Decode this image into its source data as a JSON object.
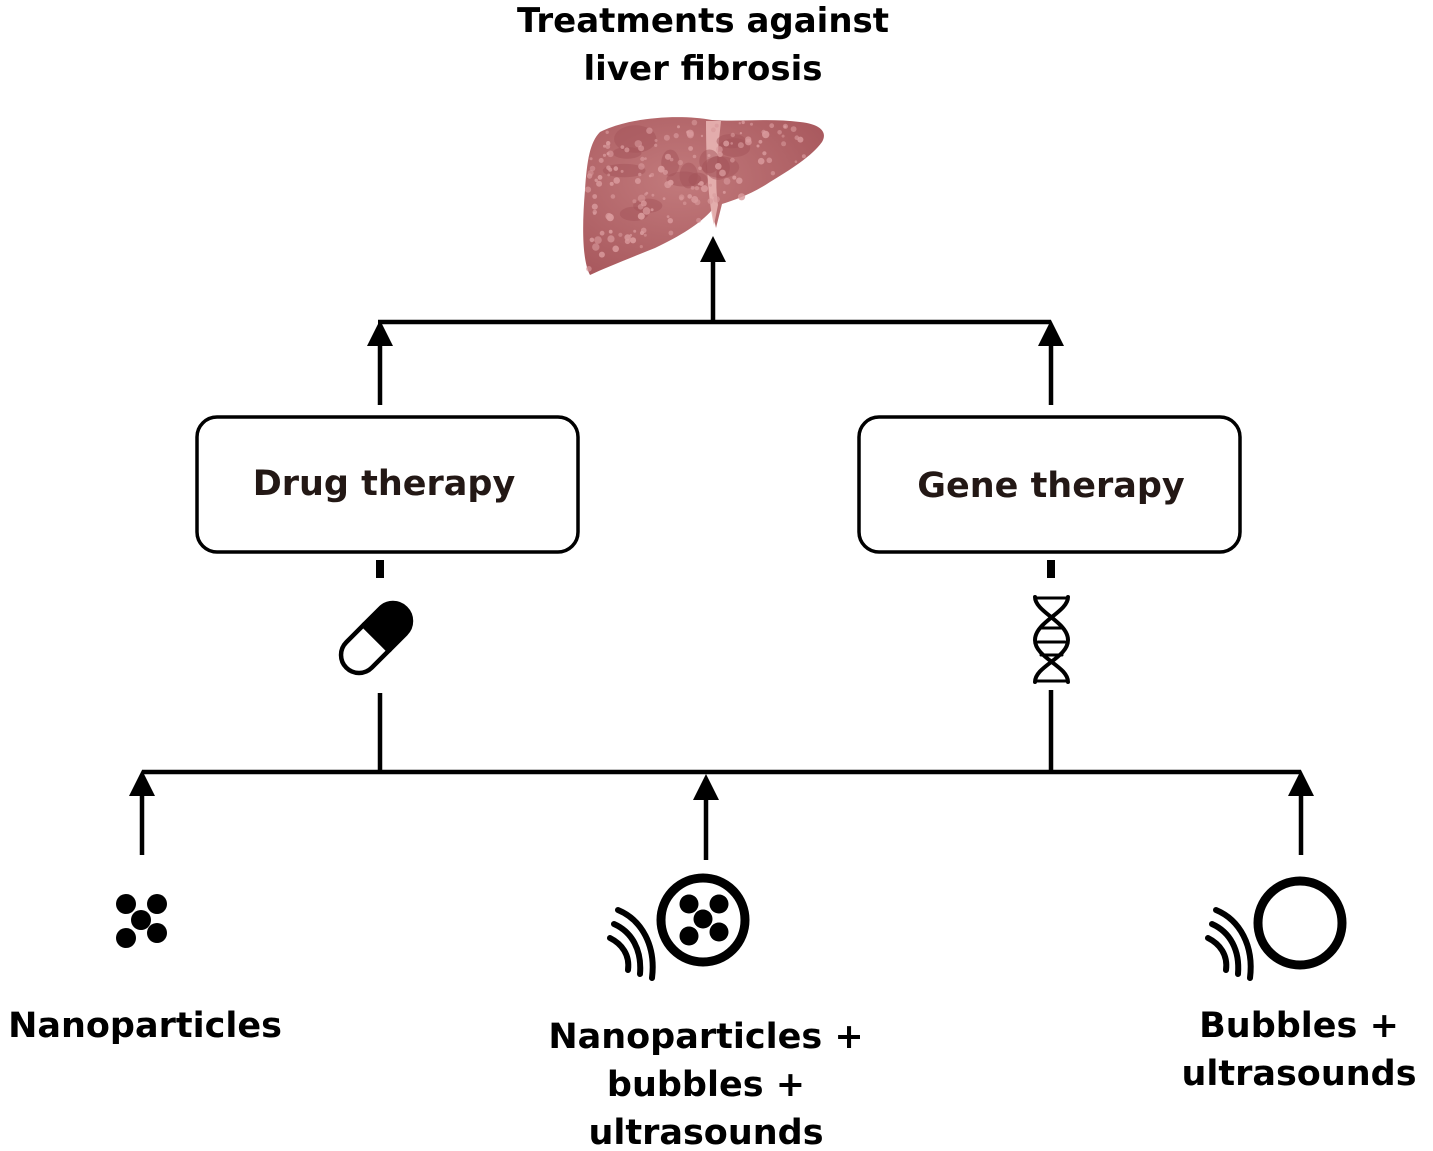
{
  "title": {
    "lines": [
      "Treatments against",
      "liver fibrosis"
    ]
  },
  "illustration": {
    "name": "fibrotic-liver",
    "colors": {
      "liver_base": "#b86a6e",
      "liver_dark": "#a4545a",
      "nodule": "#d99a9c",
      "ligament": "#e8b4b2"
    }
  },
  "therapies": [
    {
      "label": "Drug therapy",
      "icon": "capsule-icon"
    },
    {
      "label": "Gene therapy",
      "icon": "dna-icon"
    }
  ],
  "delivery_methods": [
    {
      "label_lines": [
        "Nanoparticles"
      ],
      "icon": "nanoparticles-icon"
    },
    {
      "label_lines": [
        "Nanoparticles +",
        "bubbles +",
        "ultrasounds"
      ],
      "icon": "ultrasound-loaded-bubble-icon"
    },
    {
      "label_lines": [
        "Bubbles +",
        "ultrasounds"
      ],
      "icon": "ultrasound-bubble-icon"
    }
  ],
  "colors": {
    "line": "#000000",
    "box_text": "#231815",
    "background": "#ffffff"
  }
}
